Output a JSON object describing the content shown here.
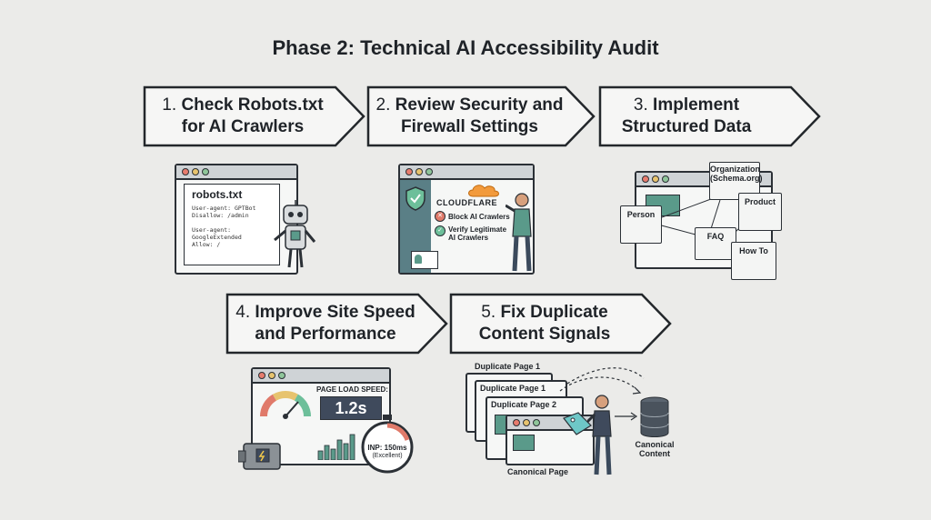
{
  "title": "Phase 2: Technical AI Accessibility Audit",
  "steps": [
    {
      "num": "1.",
      "label": "Check Robots.txt\nfor AI Crawlers"
    },
    {
      "num": "2.",
      "label": "Review Security and\nFirewall Settings"
    },
    {
      "num": "3.",
      "label": "Implement\nStructured Data"
    },
    {
      "num": "4.",
      "label": "Improve Site Speed\nand Performance"
    },
    {
      "num": "5.",
      "label": "Fix Duplicate\nContent Signals"
    }
  ],
  "robots": {
    "filename": "robots.txt",
    "lines": [
      "User-agent: GPTBot",
      "Disallow: /admin",
      "",
      "User-agent: GoogleExtended",
      "Allow: /"
    ]
  },
  "security": {
    "brand": "CLOUDFLARE",
    "block": "Block AI Crawlers",
    "verify": "Verify Legitimate\nAI Crawlers"
  },
  "schema": {
    "organization": "Organization\n(Schema.org)",
    "person": "Person",
    "product": "Product",
    "faq": "FAQ",
    "howto": "How To"
  },
  "speed": {
    "heading": "PAGE LOAD SPEED:",
    "value": "1.2s",
    "inp": "INP: 150ms",
    "inp_note": "(Excellent)"
  },
  "duplicate": {
    "dup1": "Duplicate Page 1",
    "dup1b": "Duplicate Page 1",
    "dup2": "Duplicate Page 2",
    "canonical_page": "Canonical Page",
    "canonical_content": "Canonical\nContent"
  },
  "colors": {
    "accent": "#5a9a8a",
    "ink": "#2b3036",
    "blue": "#3f5f8f",
    "panel": "#e8ecec"
  }
}
